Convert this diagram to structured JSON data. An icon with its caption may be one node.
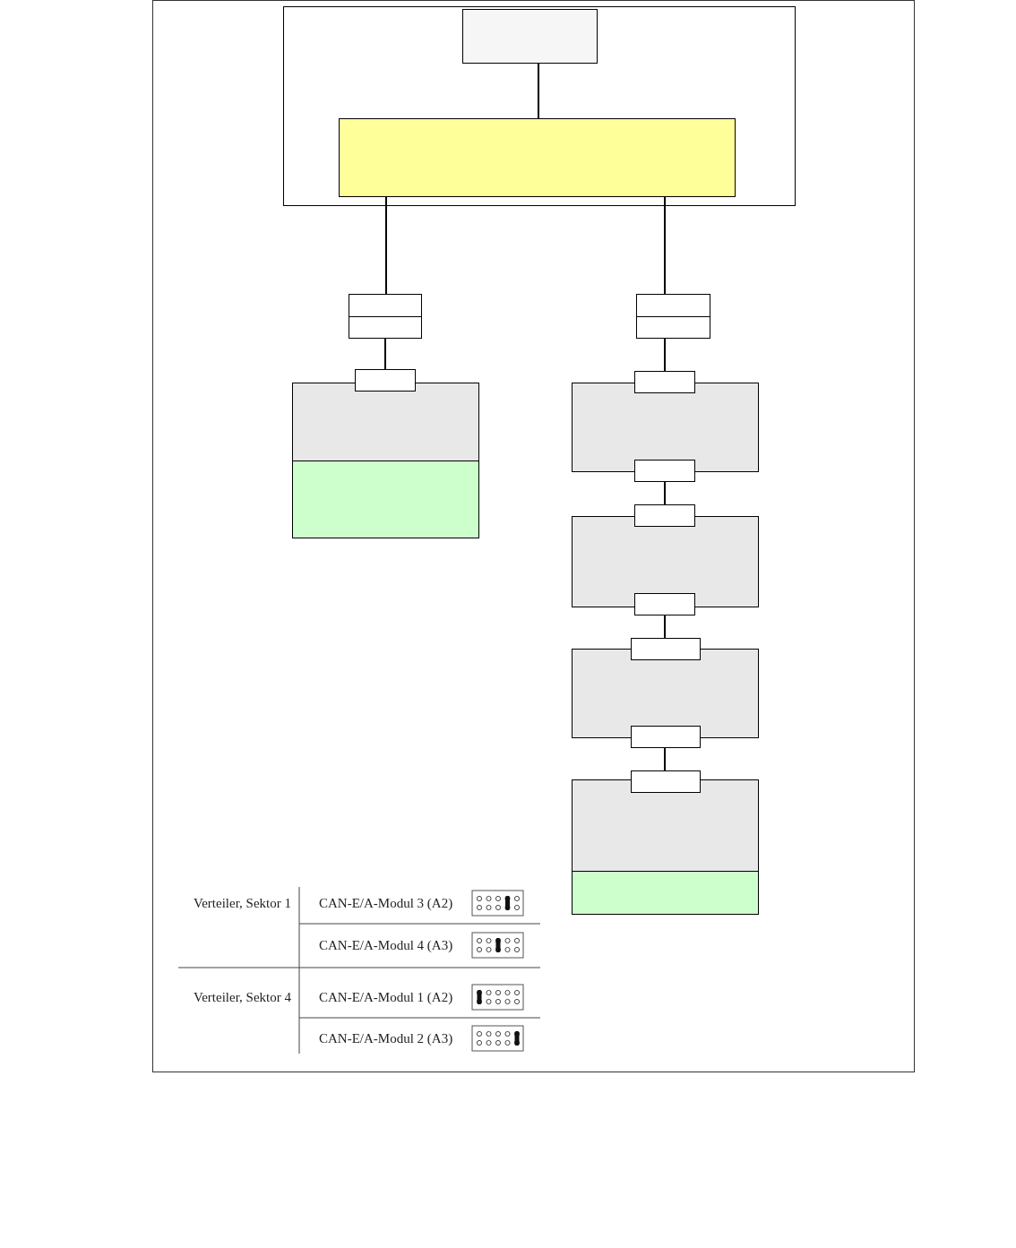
{
  "diagram": {
    "nodes": [
      {
        "text": [],
        "shape": "box"
      },
      {
        "text": [],
        "shape": "box",
        "in": 0
      },
      {
        "text": [],
        "shape": "box",
        "in": 0
      },
      {
        "text": [],
        "shape": "box"
      },
      {
        "text": [],
        "shape": "box"
      },
      {
        "text": [],
        "shape": "box"
      },
      {
        "text": [],
        "shape": "box"
      },
      {
        "text": [],
        "shape": "box"
      },
      {
        "text": [],
        "shape": "box"
      },
      {
        "text": [],
        "shape": "box"
      },
      {
        "text": [],
        "shape": "box"
      },
      {
        "text": [],
        "shape": "box"
      },
      {
        "text": [],
        "shape": "box"
      },
      {
        "text": [],
        "shape": "box"
      },
      {
        "text": [],
        "shape": "box"
      },
      {
        "text": [],
        "shape": "box"
      },
      {
        "text": [],
        "shape": "box"
      },
      {
        "text": [],
        "shape": "box"
      }
    ],
    "edges": [
      {
        "from": 1,
        "to": 2,
        "arrow": "none"
      },
      {
        "from": 2,
        "to": 3,
        "arrow": "none"
      },
      {
        "from": 2,
        "to": 4,
        "arrow": "none"
      },
      {
        "from": 3,
        "to": 6,
        "arrow": "none"
      },
      {
        "from": 4,
        "to": 8,
        "arrow": "none"
      },
      {
        "from": 9,
        "to": 11,
        "arrow": "none"
      },
      {
        "from": 12,
        "to": 14,
        "arrow": "none"
      },
      {
        "from": 15,
        "to": 17,
        "arrow": "none"
      }
    ],
    "labels": [
      "Verteiler, Sektor 1",
      "CAN-E/A-Modul 3 (A2)",
      "CAN-E/A-Modul 4 (A3)",
      "Verteiler, Sektor 4",
      "CAN-E/A-Modul 1 (A2)",
      "CAN-E/A-Modul 2 (A3)"
    ]
  }
}
